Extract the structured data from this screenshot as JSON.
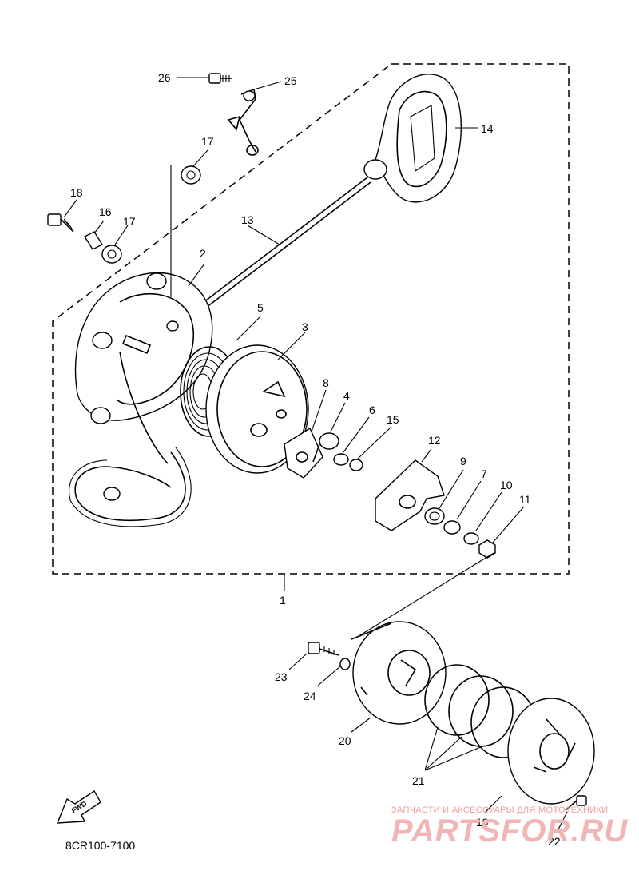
{
  "labels": {
    "p1": "1",
    "p2": "2",
    "p3": "3",
    "p4": "4",
    "p5": "5",
    "p6": "6",
    "p7": "7",
    "p8": "8",
    "p9": "9",
    "p10": "10",
    "p11": "11",
    "p12": "12",
    "p13": "13",
    "p14": "14",
    "p15": "15",
    "p16": "16",
    "p17a": "17",
    "p17b": "17",
    "p18": "18",
    "p19": "19",
    "p20": "20",
    "p21": "21",
    "p22": "22",
    "p23": "23",
    "p24": "24",
    "p25": "25",
    "p26": "26"
  },
  "fwd_label": "FWD",
  "diagram_code": "8CR100-7100",
  "watermark": {
    "tagline": "ЗАПЧАСТИ И АКСЕССУАРЫ ДЛЯ МОТОТЕХНИКИ",
    "brand": "PARTSFOR.RU"
  },
  "colors": {
    "line": "#000000",
    "watermark": "#f2b5b5"
  }
}
